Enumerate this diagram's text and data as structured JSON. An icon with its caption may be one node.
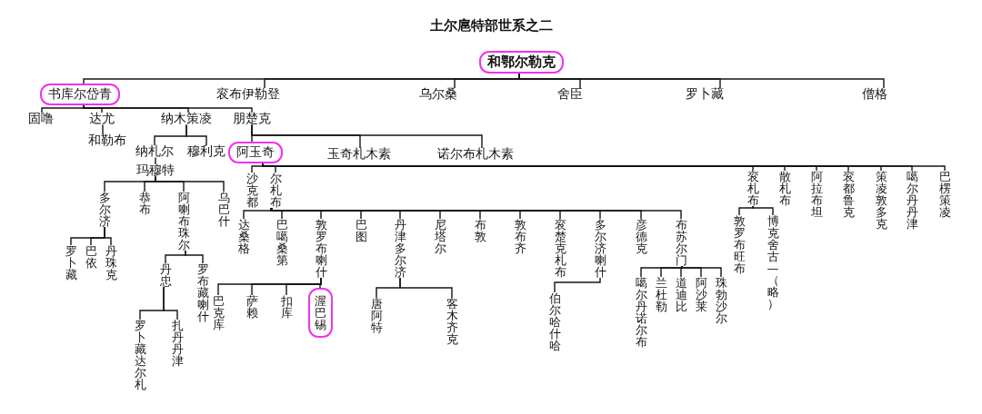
{
  "diagram": {
    "title": "土尔扈特部世系之二",
    "nodes": [
      {
        "text": [
          "和鄂尔勒克"
        ]
      },
      {
        "text": [
          "书库尔岱青"
        ]
      },
      {
        "text": [
          "衮布伊勒登"
        ]
      },
      {
        "text": [
          "乌尔桑"
        ]
      },
      {
        "text": [
          "舍臣"
        ]
      },
      {
        "text": [
          "罗卜藏"
        ]
      },
      {
        "text": [
          "僧格"
        ]
      },
      {
        "text": [
          "固噜"
        ]
      },
      {
        "text": [
          "达尤"
        ]
      },
      {
        "text": [
          "纳木策凌"
        ]
      },
      {
        "text": [
          "朋楚克"
        ]
      },
      {
        "text": [
          "和勒布"
        ]
      },
      {
        "text": [
          "纳札尔"
        ]
      },
      {
        "text": [
          "穆利克"
        ]
      },
      {
        "text": [
          "阿玉奇"
        ]
      },
      {
        "text": [
          "玉奇札木素"
        ]
      },
      {
        "text": [
          "诺尔布札木素"
        ]
      },
      {
        "text": [
          "玛穆特"
        ]
      },
      {
        "text": [
          "沙克都"
        ]
      },
      {
        "text": [
          "尔札布"
        ]
      },
      {
        "text": [
          "衮札布"
        ]
      },
      {
        "text": [
          "散札布"
        ]
      },
      {
        "text": [
          "阿拉布坦"
        ]
      },
      {
        "text": [
          "衮都鲁克"
        ]
      },
      {
        "text": [
          "策凌敦多克"
        ]
      },
      {
        "text": [
          "噶尔丹丹津"
        ]
      },
      {
        "text": [
          "巴楞策凌"
        ]
      },
      {
        "text": [
          "多尔济"
        ]
      },
      {
        "text": [
          "恭布"
        ]
      },
      {
        "text": [
          "阿喇布珠尔"
        ]
      },
      {
        "text": [
          "乌巴什"
        ]
      },
      {
        "text": [
          "达桑格"
        ]
      },
      {
        "text": [
          "巴噶桑第"
        ]
      },
      {
        "text": [
          "敦罗布喇什"
        ]
      },
      {
        "text": [
          "巴图"
        ]
      },
      {
        "text": [
          "丹津多尔济"
        ]
      },
      {
        "text": [
          "尼塔尔"
        ]
      },
      {
        "text": [
          "布敦"
        ]
      },
      {
        "text": [
          "敦布齐"
        ]
      },
      {
        "text": [
          "衮楚克札布"
        ]
      },
      {
        "text": [
          "多尔济喇什"
        ]
      },
      {
        "text": [
          "彦德克"
        ]
      },
      {
        "text": [
          "布苏尔门"
        ]
      },
      {
        "text": [
          "敦罗布旺布"
        ]
      },
      {
        "text": [
          "博克舍古—（略）"
        ]
      },
      {
        "text": [
          "罗卜藏"
        ]
      },
      {
        "text": [
          "巴依"
        ]
      },
      {
        "text": [
          "丹珠克"
        ]
      },
      {
        "text": [
          "丹忠"
        ]
      },
      {
        "text": [
          "罗布藏喇什"
        ]
      },
      {
        "text": [
          "噶尔丹诺尔布"
        ]
      },
      {
        "text": [
          "兰杜勒"
        ]
      },
      {
        "text": [
          "道迪比"
        ]
      },
      {
        "text": [
          "阿沙莱"
        ]
      },
      {
        "text": [
          "珠勃沙尔"
        ]
      },
      {
        "text": [
          "巴克库"
        ]
      },
      {
        "text": [
          "萨赖"
        ]
      },
      {
        "text": [
          "扣库"
        ]
      },
      {
        "text": [
          "渥巴锡"
        ]
      },
      {
        "text": [
          "唐阿特"
        ]
      },
      {
        "text": [
          "客木齐克"
        ]
      },
      {
        "text": [
          "伯尔哈什哈"
        ]
      },
      {
        "text": [
          "罗卜藏达尔札"
        ]
      },
      {
        "text": [
          "扎丹丹津"
        ]
      }
    ],
    "edges": [
      {
        "from": 0,
        "to": 1,
        "arrow": "none"
      },
      {
        "from": 0,
        "to": 2,
        "arrow": "none"
      },
      {
        "from": 0,
        "to": 3,
        "arrow": "none"
      },
      {
        "from": 0,
        "to": 4,
        "arrow": "none"
      },
      {
        "from": 0,
        "to": 5,
        "arrow": "none"
      },
      {
        "from": 0,
        "to": 6,
        "arrow": "none"
      },
      {
        "from": 1,
        "to": 7,
        "arrow": "none"
      },
      {
        "from": 1,
        "to": 8,
        "arrow": "none"
      },
      {
        "from": 1,
        "to": 9,
        "arrow": "none"
      },
      {
        "from": 1,
        "to": 10,
        "arrow": "none"
      },
      {
        "from": 8,
        "to": 11,
        "arrow": "none"
      },
      {
        "from": 9,
        "to": 12,
        "arrow": "none"
      },
      {
        "from": 9,
        "to": 13,
        "arrow": "none"
      },
      {
        "from": 10,
        "to": 14,
        "arrow": "none"
      },
      {
        "from": 10,
        "to": 15,
        "arrow": "none"
      },
      {
        "from": 10,
        "to": 16,
        "arrow": "none"
      },
      {
        "from": 12,
        "to": 17,
        "arrow": "none"
      },
      {
        "from": 14,
        "to": 18,
        "arrow": "none"
      },
      {
        "from": 14,
        "to": 19,
        "arrow": "none"
      },
      {
        "from": 14,
        "to": 20,
        "arrow": "none"
      },
      {
        "from": 14,
        "to": 21,
        "arrow": "none"
      },
      {
        "from": 14,
        "to": 22,
        "arrow": "none"
      },
      {
        "from": 14,
        "to": 23,
        "arrow": "none"
      },
      {
        "from": 14,
        "to": 24,
        "arrow": "none"
      },
      {
        "from": 14,
        "to": 25,
        "arrow": "none"
      },
      {
        "from": 14,
        "to": 26,
        "arrow": "none"
      },
      {
        "from": 17,
        "to": 27,
        "arrow": "none"
      },
      {
        "from": 17,
        "to": 28,
        "arrow": "none"
      },
      {
        "from": 17,
        "to": 29,
        "arrow": "none"
      },
      {
        "from": 17,
        "to": 30,
        "arrow": "none"
      },
      {
        "from": 19,
        "to": 31,
        "arrow": "none"
      },
      {
        "from": 19,
        "to": 32,
        "arrow": "none"
      },
      {
        "from": 19,
        "to": 33,
        "arrow": "none"
      },
      {
        "from": 19,
        "to": 34,
        "arrow": "none"
      },
      {
        "from": 19,
        "to": 35,
        "arrow": "none"
      },
      {
        "from": 19,
        "to": 36,
        "arrow": "none"
      },
      {
        "from": 19,
        "to": 37,
        "arrow": "none"
      },
      {
        "from": 19,
        "to": 38,
        "arrow": "none"
      },
      {
        "from": 19,
        "to": 39,
        "arrow": "none"
      },
      {
        "from": 19,
        "to": 40,
        "arrow": "none"
      },
      {
        "from": 19,
        "to": 41,
        "arrow": "none"
      },
      {
        "from": 19,
        "to": 42,
        "arrow": "none"
      },
      {
        "from": 20,
        "to": 43,
        "arrow": "none"
      },
      {
        "from": 20,
        "to": 44,
        "arrow": "none"
      },
      {
        "from": 27,
        "to": 45,
        "arrow": "none"
      },
      {
        "from": 27,
        "to": 46,
        "arrow": "none"
      },
      {
        "from": 27,
        "to": 47,
        "arrow": "none"
      },
      {
        "from": 29,
        "to": 48,
        "arrow": "none"
      },
      {
        "from": 29,
        "to": 49,
        "arrow": "none"
      },
      {
        "from": 42,
        "to": 50,
        "arrow": "none"
      },
      {
        "from": 42,
        "to": 51,
        "arrow": "none"
      },
      {
        "from": 42,
        "to": 52,
        "arrow": "none"
      },
      {
        "from": 42,
        "to": 53,
        "arrow": "none"
      },
      {
        "from": 42,
        "to": 54,
        "arrow": "none"
      },
      {
        "from": 33,
        "to": 55,
        "arrow": "none"
      },
      {
        "from": 33,
        "to": 56,
        "arrow": "none"
      },
      {
        "from": 33,
        "to": 57,
        "arrow": "none"
      },
      {
        "from": 33,
        "to": 58,
        "arrow": "none"
      },
      {
        "from": 35,
        "to": 59,
        "arrow": "none"
      },
      {
        "from": 35,
        "to": 60,
        "arrow": "none"
      },
      {
        "from": 40,
        "to": 61,
        "arrow": "none"
      },
      {
        "from": 48,
        "to": 62,
        "arrow": "none"
      },
      {
        "from": 48,
        "to": 63,
        "arrow": "none"
      }
    ]
  }
}
